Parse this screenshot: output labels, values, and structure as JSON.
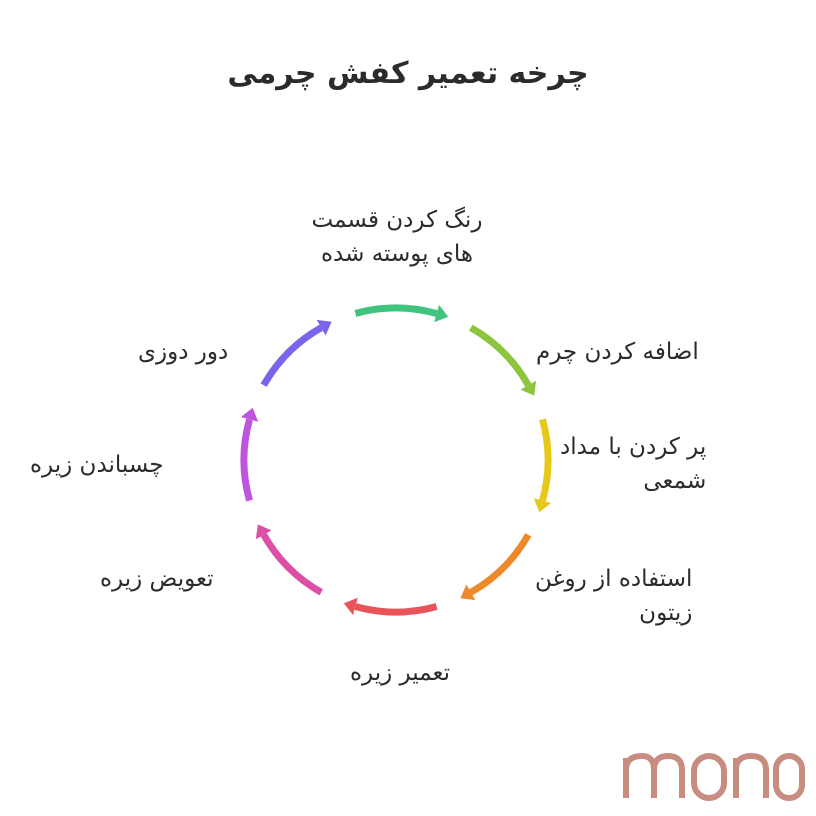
{
  "title": "چرخه تعمیر کفش چرمی",
  "steps": [
    {
      "label_lines": [
        "رنگ کردن قسمت",
        "های پوسته شده"
      ],
      "color": "#3ec47f"
    },
    {
      "label_lines": [
        "اضافه کردن چرم"
      ],
      "color": "#8cc63e"
    },
    {
      "label_lines": [
        "پر کردن با مداد",
        "شمعی"
      ],
      "color": "#e6c918"
    },
    {
      "label_lines": [
        "استفاده از روغن",
        "زیتون"
      ],
      "color": "#ec8a2a"
    },
    {
      "label_lines": [
        "تعمیر زیره"
      ],
      "color": "#e8545a"
    },
    {
      "label_lines": [
        "تعویض زیره"
      ],
      "color": "#dd4fa4"
    },
    {
      "label_lines": [
        "چسباندن زیره"
      ],
      "color": "#bd55de"
    },
    {
      "label_lines": [
        "دور دوزی"
      ],
      "color": "#7b63ea"
    }
  ],
  "logo": {
    "text": "mono",
    "color": "#c98c80"
  }
}
